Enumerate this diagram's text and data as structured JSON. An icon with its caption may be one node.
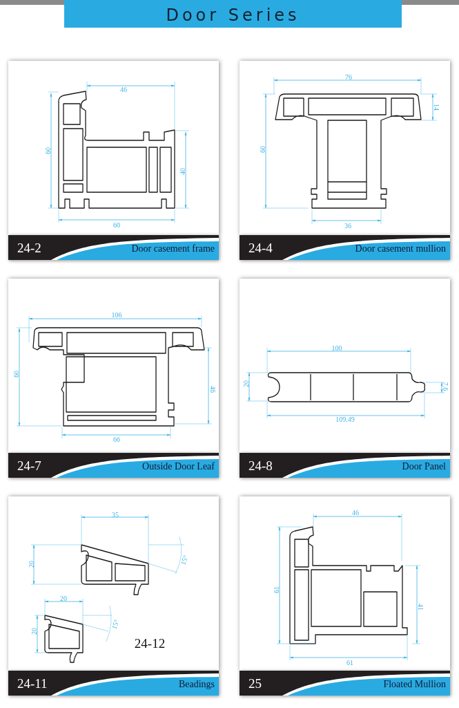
{
  "diagram": {
    "title": "Door Series",
    "nodes": [
      {
        "text": [
          "24-2",
          "Door casement frame"
        ]
      },
      {
        "text": [
          "24-4",
          "Door casement mullion"
        ]
      },
      {
        "text": [
          "24-7",
          "Outside Door  Leaf"
        ]
      },
      {
        "text": [
          "24-8",
          "Door Panel"
        ]
      },
      {
        "text": [
          "24-11",
          "Beadings"
        ]
      },
      {
        "text": [
          "25",
          "Floated Mullion"
        ]
      }
    ],
    "labels": [
      "46",
      "60",
      "40",
      "60",
      "76",
      "14",
      "60",
      "36",
      "106",
      "60",
      "46",
      "66",
      "100",
      "20",
      "7.6",
      "109.49",
      "35",
      "20",
      "15°",
      "20",
      "20",
      "15°",
      "24-12",
      "46",
      "61",
      "41",
      "61"
    ]
  }
}
